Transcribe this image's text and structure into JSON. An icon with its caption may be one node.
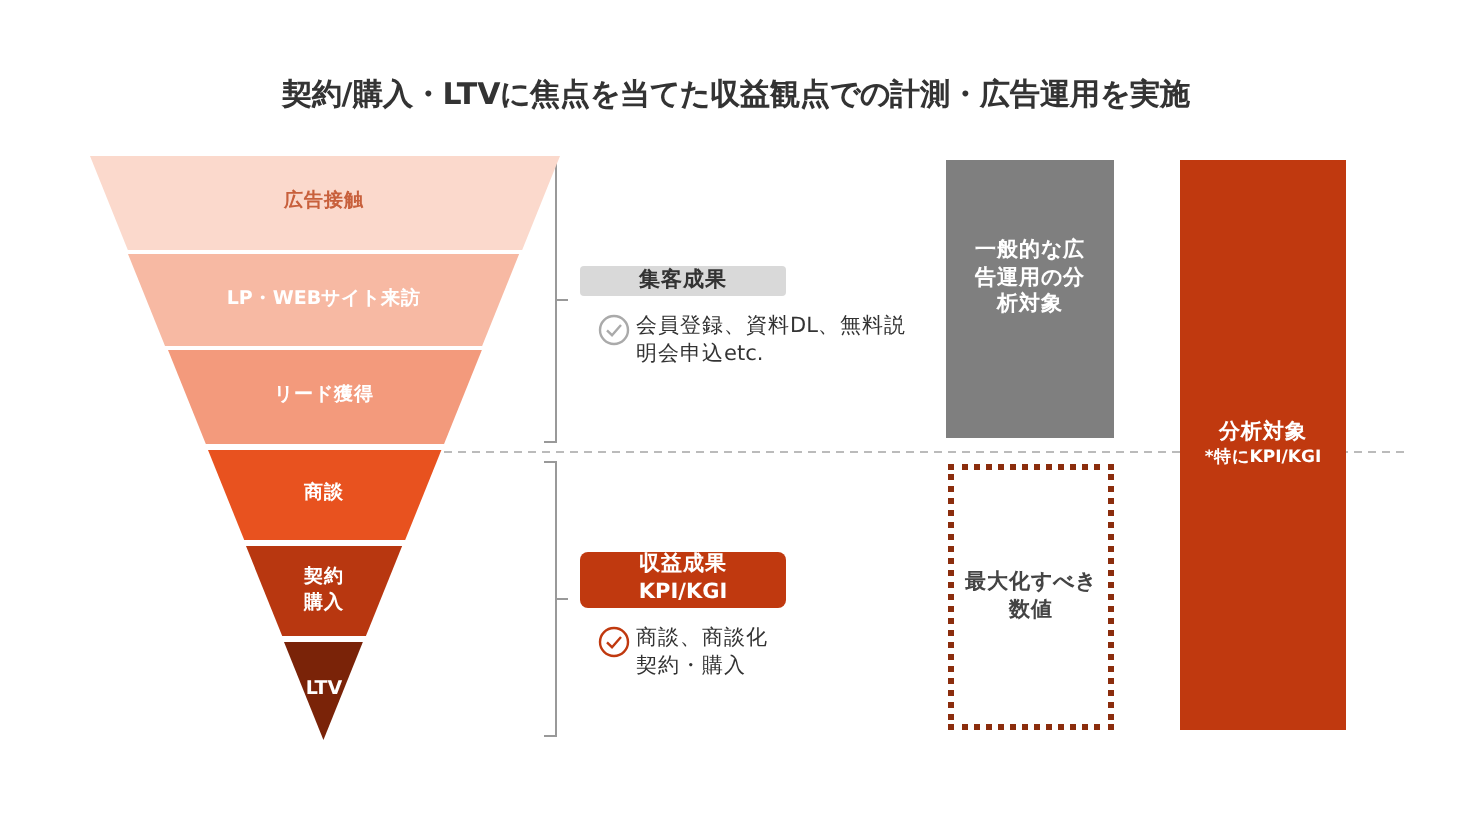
{
  "diagram": {
    "title": "契約/購入・LTVに焦点を当てた収益観点での計測・広告運用を実施",
    "nodes": [
      {
        "text": [
          "広告接触"
        ]
      },
      {
        "text": [
          "LP・WEBサイト来訪"
        ]
      },
      {
        "text": [
          "リード獲得"
        ]
      },
      {
        "text": [
          "商談"
        ]
      },
      {
        "text": [
          "契約購入"
        ]
      },
      {
        "text": [
          "LTV"
        ]
      },
      {
        "text": [
          "集客成果"
        ],
        "beside": [
          "会員登録、資料DL、無料説明会申込etc."
        ]
      },
      {
        "text": [
          "収益成果",
          "KPI/KGI"
        ],
        "beside": [
          "商談、商談化契約・購入"
        ]
      },
      {
        "text": [
          "一般的な広告運用の分析対象"
        ]
      },
      {
        "text": [
          "最大化すべき数値"
        ]
      },
      {
        "text": [
          "分析対象",
          "*特にKPI/KGI"
        ]
      }
    ]
  }
}
